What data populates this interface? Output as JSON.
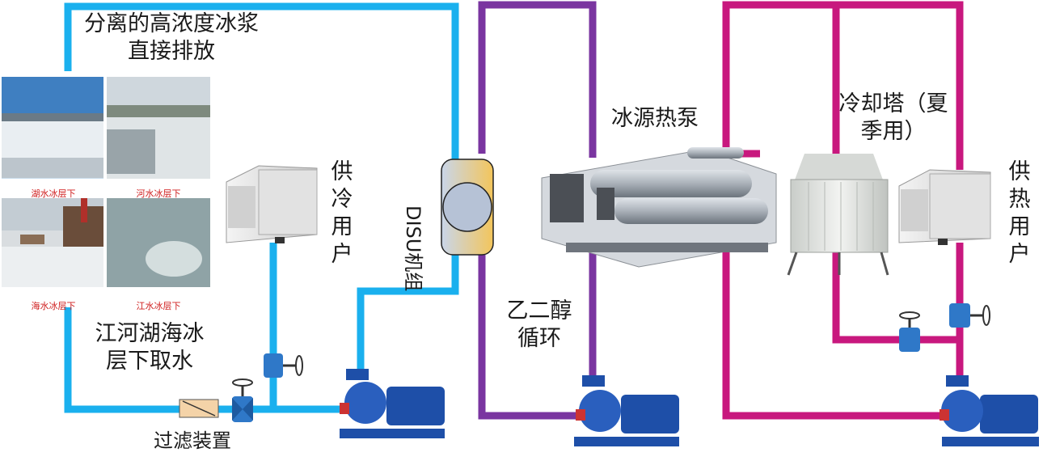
{
  "labels": {
    "discharge_line1": "分离的高浓度冰浆",
    "discharge_line2": "直接排放",
    "intake_line1": "江河湖海冰",
    "intake_line2": "层下取水",
    "filter": "过滤装置",
    "cooling_user": "供冷用户",
    "disu_unit": "DISU机组",
    "heat_pump": "冰源热泵",
    "glycol_line1": "乙二醇",
    "glycol_line2": "循环",
    "cooling_tower_line1": "冷却塔（夏",
    "cooling_tower_line2": "季用）",
    "heating_user": "供热用户"
  },
  "photos": [
    {
      "caption": "湖水冰层下"
    },
    {
      "caption": "河水冰层下"
    },
    {
      "caption": "海水冰层下"
    },
    {
      "caption": "江水冰层下"
    }
  ],
  "colors": {
    "water_loop": "#1ab0ee",
    "glycol_loop": "#7a35a0",
    "heating_loop": "#c8187e",
    "pump_blue": "#1e4fa8",
    "valve_blue": "#2f78c8"
  }
}
